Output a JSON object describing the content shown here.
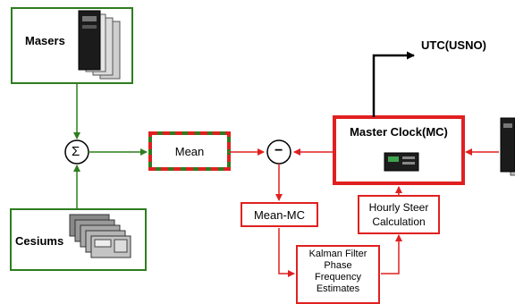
{
  "masers": {
    "label": "Masers"
  },
  "cesiums": {
    "label": "Cesiums"
  },
  "sum": {
    "symbol": "Σ"
  },
  "diff": {
    "symbol": "−"
  },
  "mean": {
    "label": "Mean"
  },
  "mean_mc": {
    "label": "Mean-MC"
  },
  "kalman": {
    "lines": [
      "Kalman Filter",
      "Phase",
      "Frequency",
      "Estimates"
    ]
  },
  "hourly_steer": {
    "lines": [
      "Hourly Steer",
      "Calculation"
    ]
  },
  "master_clock": {
    "label": "Master Clock(MC)"
  },
  "output": {
    "label": "UTC(USNO)"
  },
  "colors": {
    "green": "#2e7d1f",
    "red": "#e02020",
    "black": "#000000"
  },
  "icons": [
    "maser-rack-icon",
    "cesium-stack-icon",
    "master-clock-device-icon",
    "maser-rack-icon"
  ]
}
